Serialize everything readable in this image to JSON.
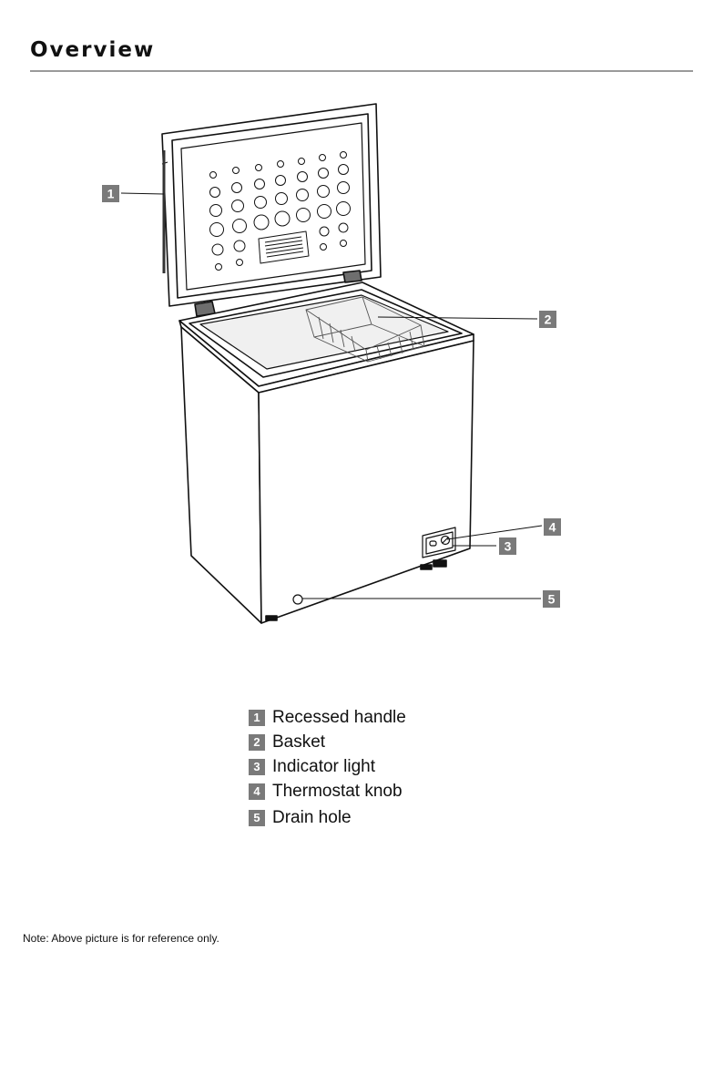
{
  "page": {
    "title": "Overview",
    "note": "Note: Above picture is for reference only."
  },
  "callouts": [
    {
      "num": "1",
      "label": "Recessed handle"
    },
    {
      "num": "2",
      "label": "Basket"
    },
    {
      "num": "3",
      "label": "Indicator light"
    },
    {
      "num": "4",
      "label": "Thermostat knob"
    },
    {
      "num": "5",
      "label": "Drain hole"
    }
  ],
  "colors": {
    "badge": "#7a7a7a",
    "line": "#111111",
    "rule": "#9a9a9a"
  }
}
